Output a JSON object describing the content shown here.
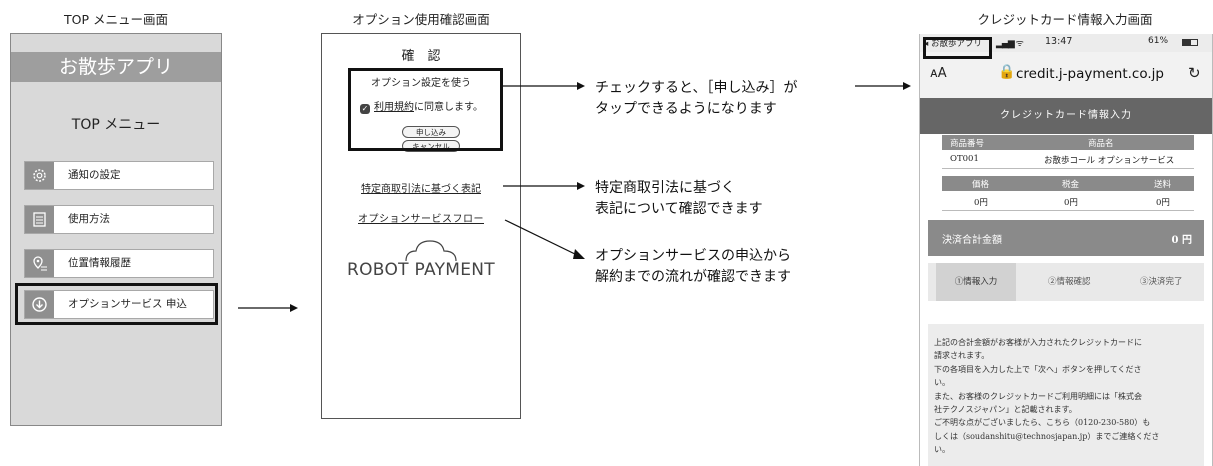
{
  "captions": {
    "top_menu": "TOP メニュー画面",
    "confirm": "オプション使用確認画面",
    "credit": "クレジットカード情報入力画面"
  },
  "top_menu_screen": {
    "app_title": "お散歩アプリ",
    "menu_heading": "TOP メニュー",
    "items": [
      {
        "label": "通知の設定",
        "icon": "gear-icon"
      },
      {
        "label": "使用方法",
        "icon": "document-icon"
      },
      {
        "label": "位置情報履歴",
        "icon": "location-icon"
      },
      {
        "label": "オプションサービス 申込",
        "icon": "download-icon"
      }
    ]
  },
  "confirm_screen": {
    "title": "確　認",
    "subtitle": "オプション設定を使う",
    "agree_link": "利用規約",
    "agree_text": "に同意します。",
    "apply_button": "申し込み",
    "cancel_button": "キャンセル",
    "law_link": "特定商取引法に基づく表記",
    "flow_link": "オプションサービスフロー",
    "logo": "ROBOT PAYMENT"
  },
  "notes": {
    "note1_line1": "チェックすると、［申し込み］が",
    "note1_line2": "タップできるようになります",
    "note2_line1": "特定商取引法に基づく",
    "note2_line2": "表記について確認できます",
    "note3_line1": "オプションサービスの申込から",
    "note3_line2": "解約までの流れが確認できます"
  },
  "credit_screen": {
    "status_app": "◂ お散歩アプリ",
    "status_time": "13:47",
    "status_battery": "61%",
    "text_size": "ᴀA",
    "url": "credit.j-payment.co.jp",
    "header": "クレジットカード情報入力",
    "table1": {
      "headers": [
        "商品番号",
        "商品名"
      ],
      "row": [
        "OT001",
        "お散歩コール オプションサービス"
      ]
    },
    "table2": {
      "headers": [
        "価格",
        "税金",
        "送料"
      ],
      "row": [
        "0円",
        "0円",
        "0円"
      ]
    },
    "total_label": "決済合計金額",
    "total_value": "0 円",
    "steps": [
      "①情報入力",
      "②情報確認",
      "③決済完了"
    ],
    "description": [
      "上記の合計金額がお客様が入力されたクレジットカードに",
      "請求されます。",
      "下の各項目を入力した上で「次へ」ボタンを押してくださ",
      "い。",
      "また、お客様のクレジットカードご利用明細には「株式会",
      "社テクノスジャパン」と記載されます。",
      "ご不明な点がございましたら、こちら（0120-230-580）も",
      "しくは（soudanshitu@technosjapan.jp）までご連絡くださ",
      "い。"
    ]
  }
}
